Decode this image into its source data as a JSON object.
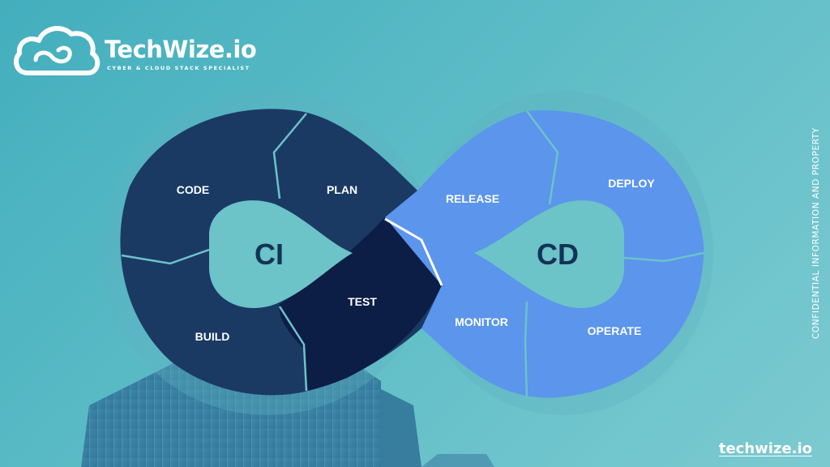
{
  "brand": {
    "name": "TechWize.io",
    "tagline": "CYBER & CLOUD STACK SPECIALIST",
    "logo_icon": "cloud-logo-icon"
  },
  "diagram": {
    "left_center": "CI",
    "right_center": "CD",
    "stages": {
      "code": "CODE",
      "plan": "PLAN",
      "build": "BUILD",
      "test": "TEST",
      "release": "RELEASE",
      "deploy": "DEPLOY",
      "monitor": "MONITOR",
      "operate": "OPERATE"
    },
    "colors": {
      "ci_segment": "#1a3a64",
      "test_segment": "#0c1d46",
      "cd_segment": "#5b95ec",
      "center_fill": "#6cc3c8",
      "center_text": "#133357"
    }
  },
  "side_note": "CONFIDENTIAL INFORMATION AND PROPERTY",
  "footer": {
    "url": "techwize.io"
  }
}
